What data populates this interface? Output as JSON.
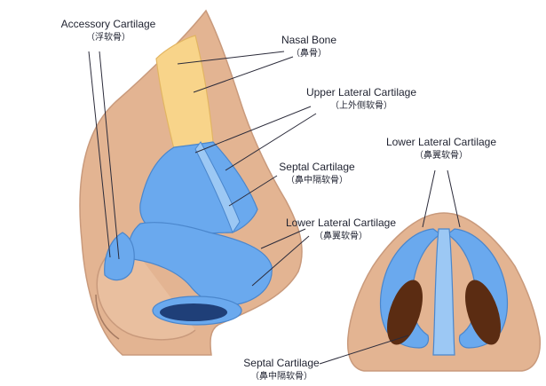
{
  "labels": {
    "accessory": {
      "en": "Accessory Cartilage",
      "zh": "（浮软骨）"
    },
    "nasal_bone": {
      "en": "Nasal Bone",
      "zh": "（鼻骨）"
    },
    "upper_lateral": {
      "en": "Upper Lateral Cartilage",
      "zh": "（上外侧软骨）"
    },
    "septal_side": {
      "en": "Septal Cartilage",
      "zh": "（鼻中隔软骨）"
    },
    "lower_lateral_side": {
      "en": "Lower Lateral Cartilage",
      "zh": "（鼻翼软骨）"
    },
    "lower_lateral_base": {
      "en": "Lower Lateral Cartilage",
      "zh": "（鼻翼软骨）"
    },
    "septal_base": {
      "en": "Septal Cartilage",
      "zh": "（鼻中隔软骨）"
    }
  },
  "colors": {
    "skin": "#e3b492",
    "skin_edge": "#c99a7c",
    "bone": "#f8d48a",
    "cartilage": "#6aa9ee",
    "cartilage_light": "#9cc8f4",
    "nostril": "#5b2c12",
    "leader_line": "#2b2b3a"
  }
}
